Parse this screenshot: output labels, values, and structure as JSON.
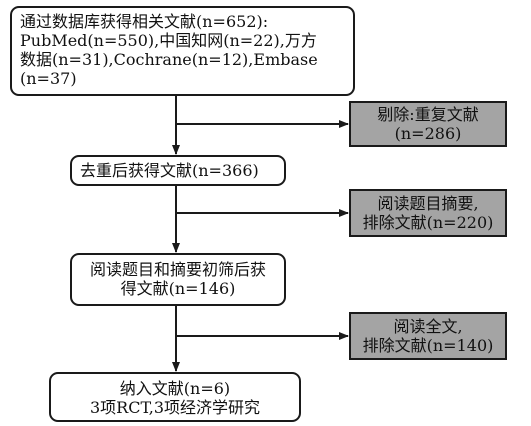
{
  "flowchart": {
    "records_identified": {
      "lines": [
        "通过数据库获得相关文献(n=652):",
        "PubMed(n=550),中国知网(n=22),万方",
        "数据(n=31),Cochrane(n=12),Embase",
        "(n=37)"
      ]
    },
    "excluded_duplicates": {
      "lines": [
        "剔除:重复文献",
        "(n=286)"
      ]
    },
    "after_deduplication": {
      "lines": [
        "去重后获得文献(n=366)"
      ]
    },
    "excluded_title_abstract": {
      "lines": [
        "阅读题目摘要,",
        "排除文献(n=220)"
      ]
    },
    "after_screening": {
      "lines": [
        "阅读题目和摘要初筛后获",
        "得文献(n=146)"
      ]
    },
    "excluded_fulltext": {
      "lines": [
        "阅读全文,",
        "排除文献(n=140)"
      ]
    },
    "included_studies": {
      "lines": [
        "纳入文献(n=6)",
        "3项RCT,3项经济学研究"
      ]
    }
  }
}
